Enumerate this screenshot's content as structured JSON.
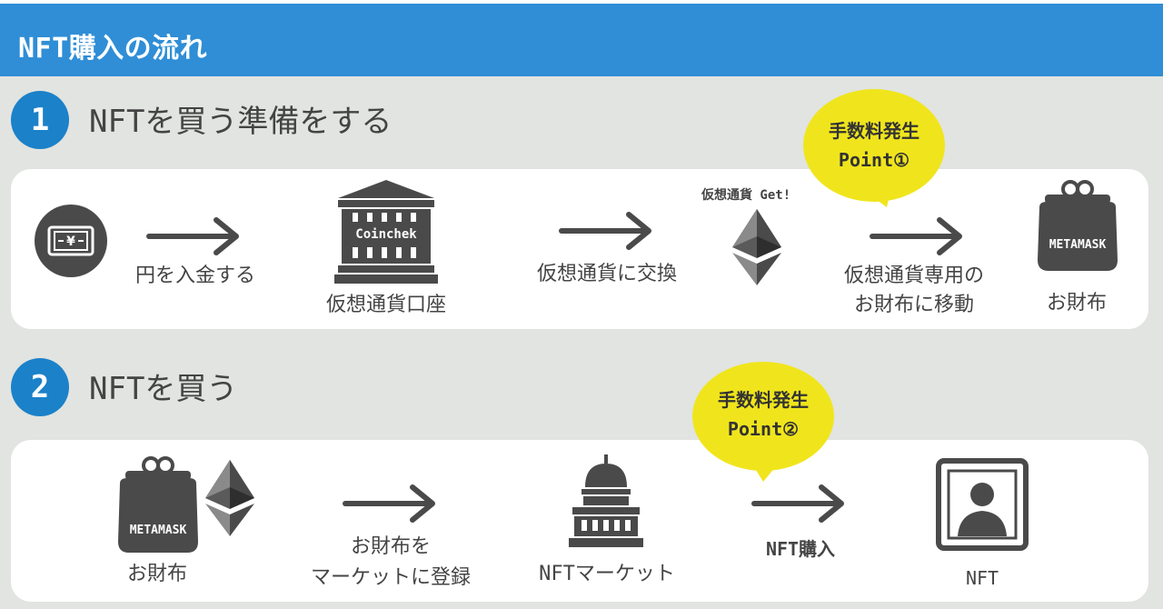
{
  "header": {
    "title": "NFT購入の流れ"
  },
  "step1": {
    "number": "1",
    "title": "NFTを買う準備をする",
    "deposit_label": "円を入金する",
    "account_label": "仮想通貨口座",
    "exchange_name": "Coinchek",
    "exchange_label": "仮想通貨に交換",
    "crypto_get": "仮想通貨 Get!",
    "move_label_line1": "仮想通貨専用の",
    "move_label_line2": "お財布に移動",
    "wallet_label": "お財布",
    "wallet_brand": "METAMASK",
    "fee_bubble": {
      "line1": "手数料発生",
      "line2": "Point①"
    }
  },
  "step2": {
    "number": "2",
    "title": "NFTを買う",
    "wallet_label": "お財布",
    "wallet_brand": "METAMASK",
    "register_label_line1": "お財布を",
    "register_label_line2": "マーケットに登録",
    "market_label": "NFTマーケット",
    "purchase_label": "NFT購入",
    "nft_label": "NFT",
    "fee_bubble": {
      "line1": "手数料発生",
      "line2": "Point②"
    }
  },
  "colors": {
    "header_bg": "#2f8ed6",
    "number_badge": "#1b81c9",
    "bubble": "#f0e51c",
    "icon_dark": "#4a4a4a",
    "page_bg": "#e1e4e0"
  },
  "icons": [
    "yen-banknote-icon",
    "arrow-right-icon",
    "bank-building-icon",
    "ethereum-icon",
    "wallet-purse-icon",
    "capitol-building-icon",
    "nft-portrait-frame-icon"
  ]
}
